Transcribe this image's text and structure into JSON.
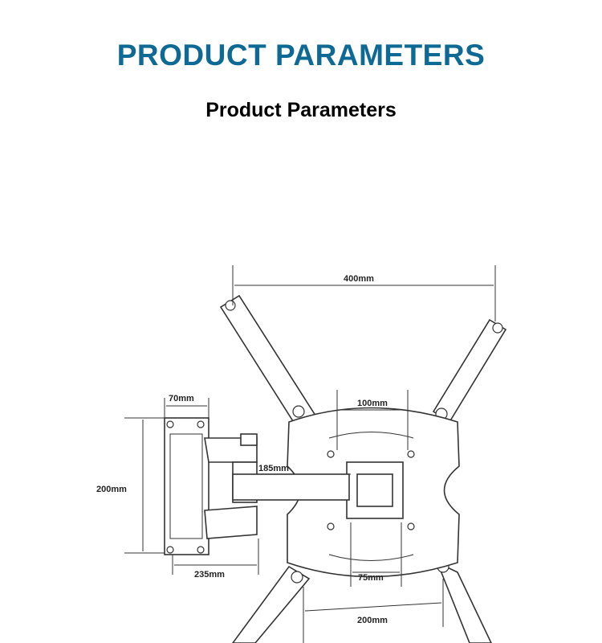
{
  "header": {
    "title": "PRODUCT PARAMETERS",
    "subtitle": "Product Parameters"
  },
  "diagram": {
    "dimensions": {
      "top_width": "400mm",
      "inner_width": "100mm",
      "wall_plate_width": "70mm",
      "arm_length": "185mm",
      "wall_plate_height": "200mm",
      "depth": "235mm",
      "inner_bottom": "75mm",
      "bottom_width": "200mm"
    }
  },
  "colors": {
    "title": "#0e6a94"
  }
}
